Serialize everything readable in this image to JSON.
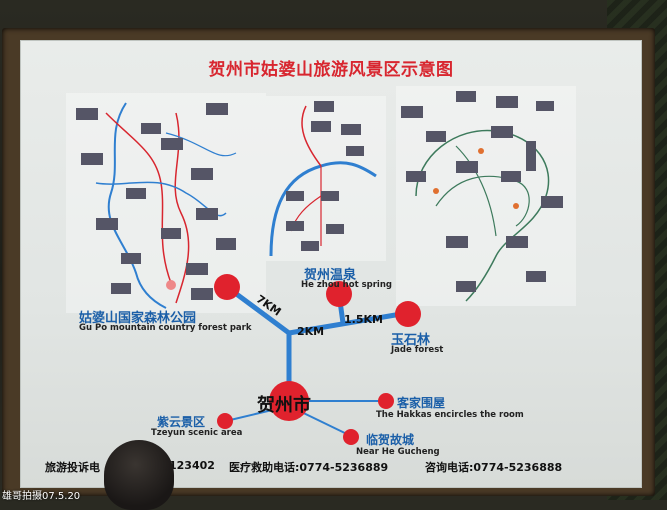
{
  "title": "贺州市姑婆山旅游风景区示意图",
  "parks": {
    "gupo": {
      "cn": "姑婆山国家森林公园",
      "en": "Gu Po mountain country forest park"
    },
    "wenquan": {
      "cn": "贺州温泉",
      "en": "He zhou hot spring"
    },
    "yushilin": {
      "cn": "玉石林",
      "en": "Jade forest"
    },
    "city": {
      "cn": "贺州市"
    },
    "kejia": {
      "cn": "客家围屋",
      "en": "The Hakkas encircles the room"
    },
    "zhiyun": {
      "cn": "紫云景区",
      "en": "Tzeyun scenic area"
    },
    "linhe": {
      "cn": "临贺故城",
      "en": "Near He Gucheng"
    }
  },
  "distances": {
    "d1": "7KM",
    "d2": "2KM",
    "d3": "1.5KM"
  },
  "contacts": {
    "tourist": "旅游投诉电",
    "tourist_num": "123402",
    "medical": "医疗救助电话:0774-5236889",
    "inquiry": "咨询电话:0774-5236888"
  },
  "watermark": "雄哥拍摄07.5.20",
  "colors": {
    "title": "#d8262f",
    "node": "#e0222d",
    "road": "#2f7fd0",
    "label": "#1b5fa8"
  }
}
